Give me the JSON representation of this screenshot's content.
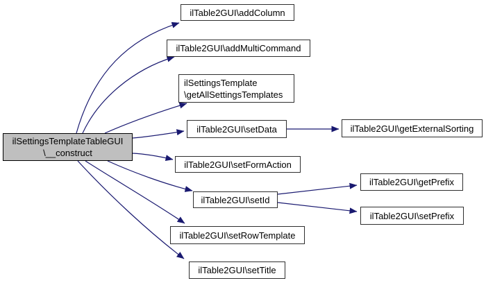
{
  "diagram": {
    "type": "call-graph",
    "colors": {
      "background": "#ffffff",
      "edge": "#191970",
      "node_fill": "#ffffff",
      "node_border": "#2e2e2e",
      "main_fill": "#bfbfbf",
      "main_border": "#000000",
      "text": "#000000"
    },
    "nodes": {
      "construct": {
        "label": "ilSettingsTemplateTableGUI\n\\__construct"
      },
      "addColumn": {
        "label": "ilTable2GUI\\addColumn"
      },
      "addMultiCommand": {
        "label": "ilTable2GUI\\addMultiCommand"
      },
      "getAllSettingsTemplates": {
        "label": "ilSettingsTemplate\n\\getAllSettingsTemplates"
      },
      "setData": {
        "label": "ilTable2GUI\\setData"
      },
      "getExternalSorting": {
        "label": "ilTable2GUI\\getExternalSorting"
      },
      "setFormAction": {
        "label": "ilTable2GUI\\setFormAction"
      },
      "setId": {
        "label": "ilTable2GUI\\setId"
      },
      "getPrefix": {
        "label": "ilTable2GUI\\getPrefix"
      },
      "setPrefix": {
        "label": "ilTable2GUI\\setPrefix"
      },
      "setRowTemplate": {
        "label": "ilTable2GUI\\setRowTemplate"
      },
      "setTitle": {
        "label": "ilTable2GUI\\setTitle"
      }
    },
    "edges": [
      {
        "from": "construct",
        "to": "addColumn"
      },
      {
        "from": "construct",
        "to": "addMultiCommand"
      },
      {
        "from": "construct",
        "to": "getAllSettingsTemplates"
      },
      {
        "from": "construct",
        "to": "setData"
      },
      {
        "from": "construct",
        "to": "setFormAction"
      },
      {
        "from": "construct",
        "to": "setId"
      },
      {
        "from": "construct",
        "to": "setRowTemplate"
      },
      {
        "from": "construct",
        "to": "setTitle"
      },
      {
        "from": "setData",
        "to": "getExternalSorting"
      },
      {
        "from": "setId",
        "to": "getPrefix"
      },
      {
        "from": "setId",
        "to": "setPrefix"
      }
    ]
  }
}
